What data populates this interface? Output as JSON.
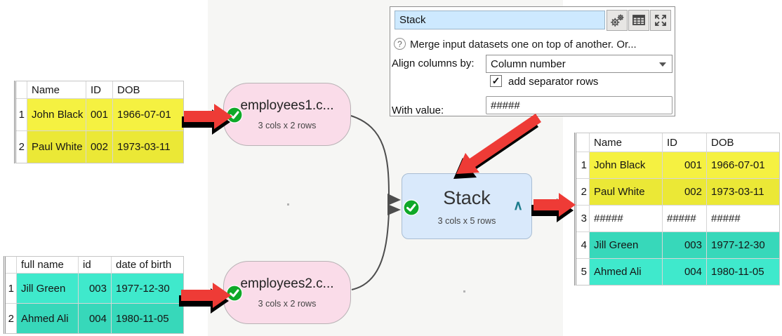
{
  "panel": {
    "title_value": "Stack",
    "help_glyph": "?",
    "help_text": "Merge input datasets one on top of another. Or...",
    "align_label": "Align columns by:",
    "align_value": "Column number",
    "checkbox_label": "add separator rows",
    "checkbox_checked": true,
    "check_glyph": "✓",
    "with_label": "With value:",
    "with_value": "#####"
  },
  "icons": {
    "toolbar": [
      "gear-icon",
      "table-icon",
      "expand-icon"
    ],
    "help": "help-circle-icon",
    "dropdown": "chevron-down-icon",
    "node_status": "check-circle-icon"
  },
  "nodes": {
    "input1": {
      "title": "employees1.c...",
      "subtitle": "3 cols x 2 rows"
    },
    "input2": {
      "title": "employees2.c...",
      "subtitle": "3 cols x 2 rows"
    },
    "stack": {
      "title": "Stack",
      "subtitle": "3 cols x 5 rows",
      "caret": "∧"
    }
  },
  "tables": {
    "left_top": {
      "headers": [
        "Name",
        "ID",
        "DOB"
      ],
      "rows": [
        {
          "num": "1",
          "name": "John Black",
          "id": "001",
          "dob": "1966-07-01"
        },
        {
          "num": "2",
          "name": "Paul White",
          "id": "002",
          "dob": "1973-03-11"
        }
      ]
    },
    "left_bottom": {
      "headers": [
        "full name",
        "id",
        "date of birth"
      ],
      "rows": [
        {
          "num": "1",
          "name": "Jill Green",
          "id": "003",
          "dob": "1977-12-30"
        },
        {
          "num": "2",
          "name": "Ahmed Ali",
          "id": "004",
          "dob": "1980-11-05"
        }
      ]
    },
    "right": {
      "headers": [
        "Name",
        "ID",
        "DOB"
      ],
      "rows": [
        {
          "num": "1",
          "name": "John Black",
          "id": "001",
          "dob": "1966-07-01"
        },
        {
          "num": "2",
          "name": "Paul White",
          "id": "002",
          "dob": "1973-03-11"
        },
        {
          "num": "3",
          "name": "#####",
          "id": "#####",
          "dob": "#####"
        },
        {
          "num": "4",
          "name": "Jill Green",
          "id": "003",
          "dob": "1977-12-30"
        },
        {
          "num": "5",
          "name": "Ahmed Ali",
          "id": "004",
          "dob": "1980-11-05"
        }
      ]
    }
  },
  "colors": {
    "yellow_light": "#f5f141",
    "yellow_dark": "#ebe836",
    "teal_light": "#3fe9cc",
    "teal_dark": "#37d8ba",
    "stack_blue": "#d9e9fb",
    "input_pink": "#fadce9",
    "field_blue": "#cde9ff",
    "accent_red": "#ee3b36",
    "success_green": "#0fa828",
    "caret_teal": "#1e7d8d",
    "connector_gray": "#4d4d4d"
  }
}
